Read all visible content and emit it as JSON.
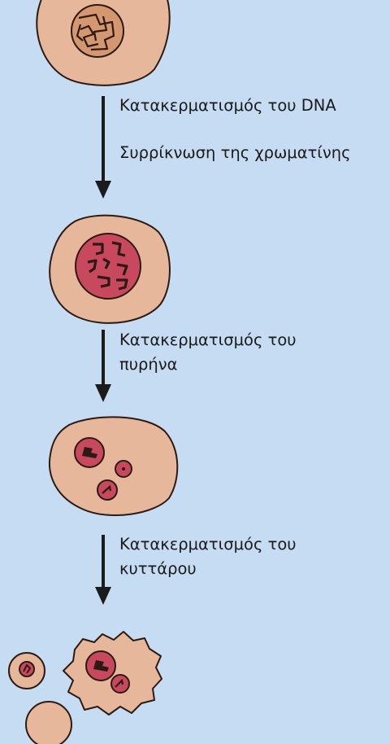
{
  "steps": [
    {
      "lines": [
        "Κατακερματισμός του DNA",
        "Συρρίκνωση της χρωματίνης"
      ]
    },
    {
      "lines": [
        "Κατακερματισμός του",
        "πυρήνα"
      ]
    },
    {
      "lines": [
        "Κατακερματισμός του",
        "κυττάρου"
      ]
    }
  ],
  "colors": {
    "background": "#c6dcf2",
    "cytoplasm": "#e6b79b",
    "outline": "#2b1b14",
    "normal_nucleus": "#d59770",
    "condensed_nucleus": "#c8485e",
    "apoptotic_body": "#c8485e"
  }
}
